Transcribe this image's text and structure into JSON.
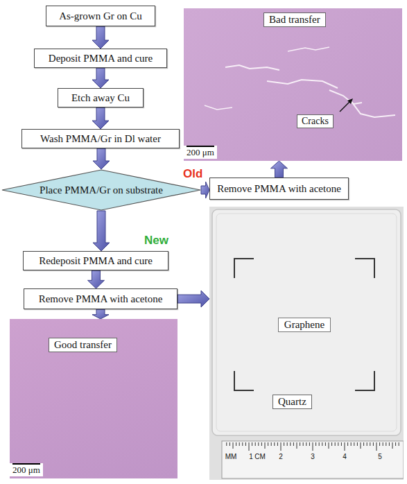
{
  "diagram": {
    "nodes": [
      {
        "text": [
          "As-grown Gr on Cu"
        ]
      },
      {
        "text": [
          "Deposit PMMA and cure"
        ]
      },
      {
        "text": [
          "Etch away Cu"
        ]
      },
      {
        "text": [
          "Wash PMMA/Gr in Dl water"
        ]
      },
      {
        "text": [
          "Bad transfer"
        ]
      },
      {
        "text": [
          "Place PMMA/Gr on substrate"
        ]
      },
      {
        "text": [
          "Remove PMMA with acetone"
        ]
      },
      {
        "text": [
          "Redeposit PMMA and cure"
        ]
      },
      {
        "text": [
          "Remove PMMA with acetone"
        ]
      },
      {
        "text": [
          "Quartz"
        ]
      },
      {
        "text": [
          "Graphene"
        ],
        "in": 9
      },
      {
        "text": [
          "Good transfer"
        ]
      }
    ],
    "edges": [
      {
        "from": 0,
        "to": 1,
        "arrow": "to"
      },
      {
        "from": 1,
        "to": 2,
        "arrow": "to"
      },
      {
        "from": 2,
        "to": 3,
        "arrow": "to"
      },
      {
        "from": 3,
        "to": 5,
        "arrow": "to"
      },
      {
        "from": 5,
        "to": 6,
        "label": "Old",
        "arrow": "to"
      },
      {
        "from": 6,
        "to": 4,
        "arrow": "to"
      },
      {
        "from": 5,
        "to": 7,
        "label": "New",
        "arrow": "to"
      },
      {
        "from": 7,
        "to": 8,
        "arrow": "to"
      },
      {
        "from": 8,
        "to": 9,
        "arrow": "to"
      },
      {
        "from": 8,
        "to": 11,
        "arrow": "to"
      }
    ],
    "labels": [
      "Cracks",
      "200 μm",
      "200 μm",
      "MM",
      "1",
      "CM",
      "2",
      "3",
      "4",
      "5"
    ]
  }
}
